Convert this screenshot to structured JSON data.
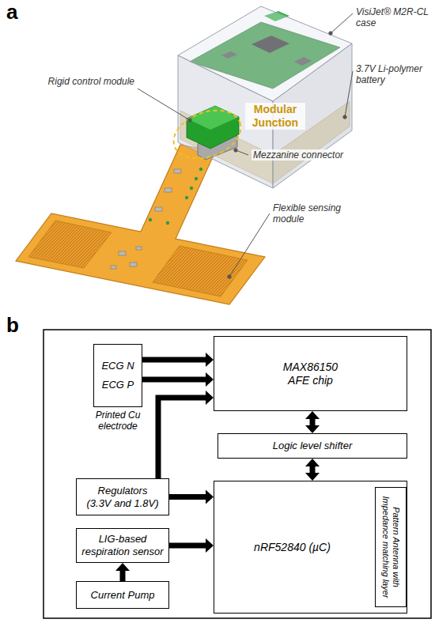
{
  "diagram": {
    "nodes": [
      {
        "text": [
          "ECG N",
          "ECG P",
          "Printed Cu electrode"
        ]
      },
      {
        "text": [
          "MAX86150 AFE chip"
        ]
      },
      {
        "text": [
          "Logic level shifter"
        ]
      },
      {
        "text": [
          "Regulators (3.3V and 1.8V)"
        ]
      },
      {
        "text": [
          "LIG-based respiration sensor"
        ]
      },
      {
        "text": [
          "Current Pump"
        ]
      },
      {
        "text": [
          "nRF52840 (µC)"
        ]
      },
      {
        "text": [
          "Pattern Antenna with Impedance matching layer"
        ],
        "in": 6
      }
    ],
    "edges": [
      {
        "from": 0,
        "to": 1,
        "arrow": "to"
      },
      {
        "from": 0,
        "to": 1,
        "arrow": "to"
      },
      {
        "from": 3,
        "to": 1,
        "arrow": "to"
      },
      {
        "from": 1,
        "to": 2,
        "arrow": "both"
      },
      {
        "from": 2,
        "to": 6,
        "arrow": "both"
      },
      {
        "from": 3,
        "to": 6,
        "arrow": "to"
      },
      {
        "from": 4,
        "to": 6,
        "arrow": "to"
      },
      {
        "from": 5,
        "to": 4,
        "arrow": "to"
      }
    ],
    "labels": [
      "a",
      "VisiJet® M2R-CL case",
      "3.7V Li-polymer battery",
      "Rigid control module",
      "Modular Junction",
      "Mezzanine connector",
      "Flexible sensing module",
      "b"
    ]
  }
}
